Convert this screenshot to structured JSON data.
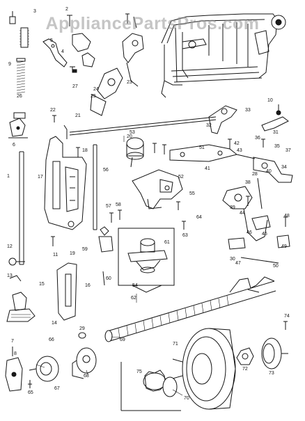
{
  "watermark": "AppliancePartsPros.com",
  "labels": [
    "1",
    "2",
    "3",
    "4",
    "5",
    "6",
    "7",
    "8",
    "9",
    "10",
    "11",
    "12",
    "13",
    "14",
    "15",
    "16",
    "17",
    "18",
    "19",
    "20",
    "21",
    "22",
    "23",
    "24",
    "25",
    "26",
    "27",
    "28",
    "29",
    "30",
    "31",
    "32",
    "33",
    "34",
    "35",
    "36",
    "37",
    "38",
    "39",
    "40",
    "41",
    "42",
    "43",
    "44",
    "45",
    "46",
    "47",
    "48",
    "49",
    "50",
    "51",
    "52",
    "53",
    "54",
    "55",
    "56",
    "57",
    "58",
    "59",
    "60",
    "61",
    "62",
    "63",
    "64",
    "65",
    "66",
    "67",
    "68",
    "69",
    "70",
    "71",
    "72",
    "73",
    "74",
    "75"
  ],
  "colors": {
    "ink": "#141414",
    "paper": "#ffffff",
    "watermark": "#969696"
  }
}
